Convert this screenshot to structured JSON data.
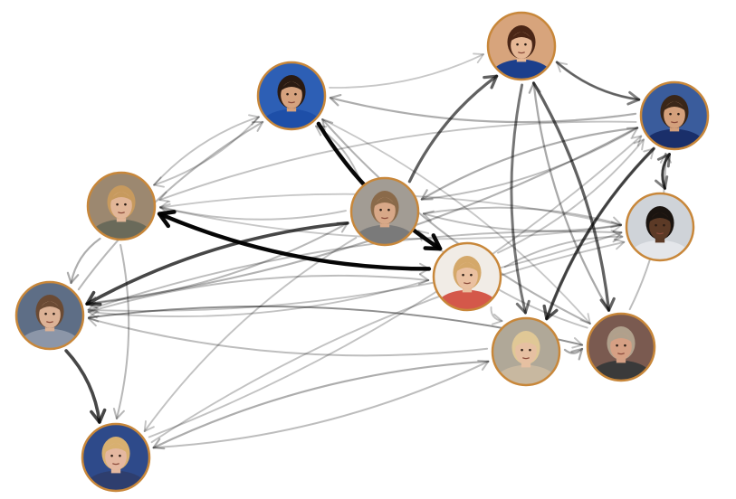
{
  "diagram": {
    "type": "directed-graph",
    "node_border_color": "#c8873a",
    "edge_color": "#000000",
    "nodes": [
      {
        "id": "coach",
        "name": "coach-portrait",
        "skin": "#d6a27e",
        "hair": "#2a1a12",
        "shirt": "#1e4fa8",
        "bg": "#2d5fb5"
      },
      {
        "id": "woman-top",
        "name": "woman-brunette-portrait",
        "skin": "#e6b896",
        "hair": "#4a2616",
        "shirt": "#1c3f8c",
        "bg": "#d7a47c"
      },
      {
        "id": "player-right",
        "name": "long-hair-player-portrait",
        "skin": "#d4a07c",
        "hair": "#3a2618",
        "shirt": "#1a2f6a",
        "bg": "#3a5c9c"
      },
      {
        "id": "teen-girl",
        "name": "blonde-teen-portrait",
        "skin": "#e2b698",
        "hair": "#c79a5e",
        "shirt": "#6a6a5a",
        "bg": "#9c8870"
      },
      {
        "id": "young-man",
        "name": "young-man-center-portrait",
        "skin": "#d8a888",
        "hair": "#8a6a4a",
        "shirt": "#7a7a7a",
        "bg": "#a29c94"
      },
      {
        "id": "running-back",
        "name": "football-player-portrait",
        "skin": "#5c3a26",
        "hair": "#1a1410",
        "shirt": "#e4e6ea",
        "bg": "#cfd3d8"
      },
      {
        "id": "woman-center",
        "name": "blonde-woman-portrait",
        "skin": "#eac0a0",
        "hair": "#d4a86a",
        "shirt": "#d4584a",
        "bg": "#f1ece6"
      },
      {
        "id": "quarterback",
        "name": "quarterback-portrait",
        "skin": "#dcb296",
        "hair": "#6a4a34",
        "shirt": "#8c96a8",
        "bg": "#5e6e86"
      },
      {
        "id": "blonde-girl",
        "name": "blonde-girl-portrait",
        "skin": "#e6c0a2",
        "hair": "#e0c896",
        "shirt": "#c8b8a0",
        "bg": "#b0a898"
      },
      {
        "id": "older-man",
        "name": "older-man-portrait",
        "skin": "#d6a084",
        "hair": "#b0a08c",
        "shirt": "#3a3a3a",
        "bg": "#7a5a50"
      },
      {
        "id": "heavy-boy",
        "name": "heavy-boy-portrait",
        "skin": "#e4b8a0",
        "hair": "#d8b070",
        "shirt": "#2e3e6e",
        "bg": "#2e4a8a"
      }
    ],
    "edges": [
      {
        "from": "coach",
        "to": "woman-center",
        "weight": 0.85
      },
      {
        "from": "woman-center",
        "to": "teen-girl",
        "weight": 0.85
      },
      {
        "from": "young-man",
        "to": "quarterback",
        "weight": 0.6
      },
      {
        "from": "young-man",
        "to": "woman-top",
        "weight": 0.5
      },
      {
        "from": "woman-top",
        "to": "blonde-girl",
        "weight": 0.42
      },
      {
        "from": "woman-top",
        "to": "older-man",
        "weight": 0.5
      },
      {
        "from": "player-right",
        "to": "blonde-girl",
        "weight": 0.55
      },
      {
        "from": "quarterback",
        "to": "heavy-boy",
        "weight": 0.6
      },
      {
        "from": "woman-top",
        "to": "player-right",
        "weight": 0.38
      },
      {
        "from": "running-back",
        "to": "player-right",
        "weight": 0.42
      },
      {
        "from": "player-right",
        "to": "running-back",
        "weight": 0.38
      },
      {
        "from": "player-right",
        "to": "coach",
        "weight": 0.2
      },
      {
        "from": "player-right",
        "to": "teen-girl",
        "weight": 0.12
      },
      {
        "from": "player-right",
        "to": "quarterback",
        "weight": 0.18
      },
      {
        "from": "player-right",
        "to": "young-man",
        "weight": 0.2
      },
      {
        "from": "player-right",
        "to": "woman-top",
        "weight": 0.12
      },
      {
        "from": "running-back",
        "to": "quarterback",
        "weight": 0.14
      },
      {
        "from": "running-back",
        "to": "young-man",
        "weight": 0.14
      },
      {
        "from": "running-back",
        "to": "teen-girl",
        "weight": 0.1
      },
      {
        "from": "older-man",
        "to": "coach",
        "weight": 0.18
      },
      {
        "from": "older-man",
        "to": "quarterback",
        "weight": 0.14
      },
      {
        "from": "older-man",
        "to": "woman-top",
        "weight": 0.22
      },
      {
        "from": "older-man",
        "to": "player-right",
        "weight": 0.14
      },
      {
        "from": "older-man",
        "to": "young-man",
        "weight": 0.12
      },
      {
        "from": "blonde-girl",
        "to": "heavy-boy",
        "weight": 0.2
      },
      {
        "from": "blonde-girl",
        "to": "player-right",
        "weight": 0.14
      },
      {
        "from": "blonde-girl",
        "to": "older-man",
        "weight": 0.22
      },
      {
        "from": "blonde-girl",
        "to": "quarterback",
        "weight": 0.14
      },
      {
        "from": "heavy-boy",
        "to": "blonde-girl",
        "weight": 0.14
      },
      {
        "from": "heavy-boy",
        "to": "running-back",
        "weight": 0.12
      },
      {
        "from": "heavy-boy",
        "to": "player-right",
        "weight": 0.12
      },
      {
        "from": "quarterback",
        "to": "coach",
        "weight": 0.16
      },
      {
        "from": "quarterback",
        "to": "young-man",
        "weight": 0.16
      },
      {
        "from": "quarterback",
        "to": "woman-center",
        "weight": 0.14
      },
      {
        "from": "quarterback",
        "to": "running-back",
        "weight": 0.12
      },
      {
        "from": "quarterback",
        "to": "older-man",
        "weight": 0.12
      },
      {
        "from": "teen-girl",
        "to": "quarterback",
        "weight": 0.2
      },
      {
        "from": "teen-girl",
        "to": "heavy-boy",
        "weight": 0.16
      },
      {
        "from": "teen-girl",
        "to": "woman-center",
        "weight": 0.14
      },
      {
        "from": "teen-girl",
        "to": "coach",
        "weight": 0.12
      },
      {
        "from": "teen-girl",
        "to": "running-back",
        "weight": 0.1
      },
      {
        "from": "woman-center",
        "to": "running-back",
        "weight": 0.14
      },
      {
        "from": "woman-center",
        "to": "player-right",
        "weight": 0.12
      },
      {
        "from": "woman-center",
        "to": "quarterback",
        "weight": 0.12
      },
      {
        "from": "woman-center",
        "to": "blonde-girl",
        "weight": 0.12
      },
      {
        "from": "coach",
        "to": "teen-girl",
        "weight": 0.12
      },
      {
        "from": "coach",
        "to": "woman-top",
        "weight": 0.1
      },
      {
        "from": "coach",
        "to": "older-man",
        "weight": 0.1
      },
      {
        "from": "young-man",
        "to": "coach",
        "weight": 0.14
      },
      {
        "from": "young-man",
        "to": "running-back",
        "weight": 0.14
      },
      {
        "from": "young-man",
        "to": "heavy-boy",
        "weight": 0.12
      },
      {
        "from": "young-man",
        "to": "teen-girl",
        "weight": 0.12
      },
      {
        "from": "young-man",
        "to": "player-right",
        "weight": 0.14
      }
    ]
  }
}
